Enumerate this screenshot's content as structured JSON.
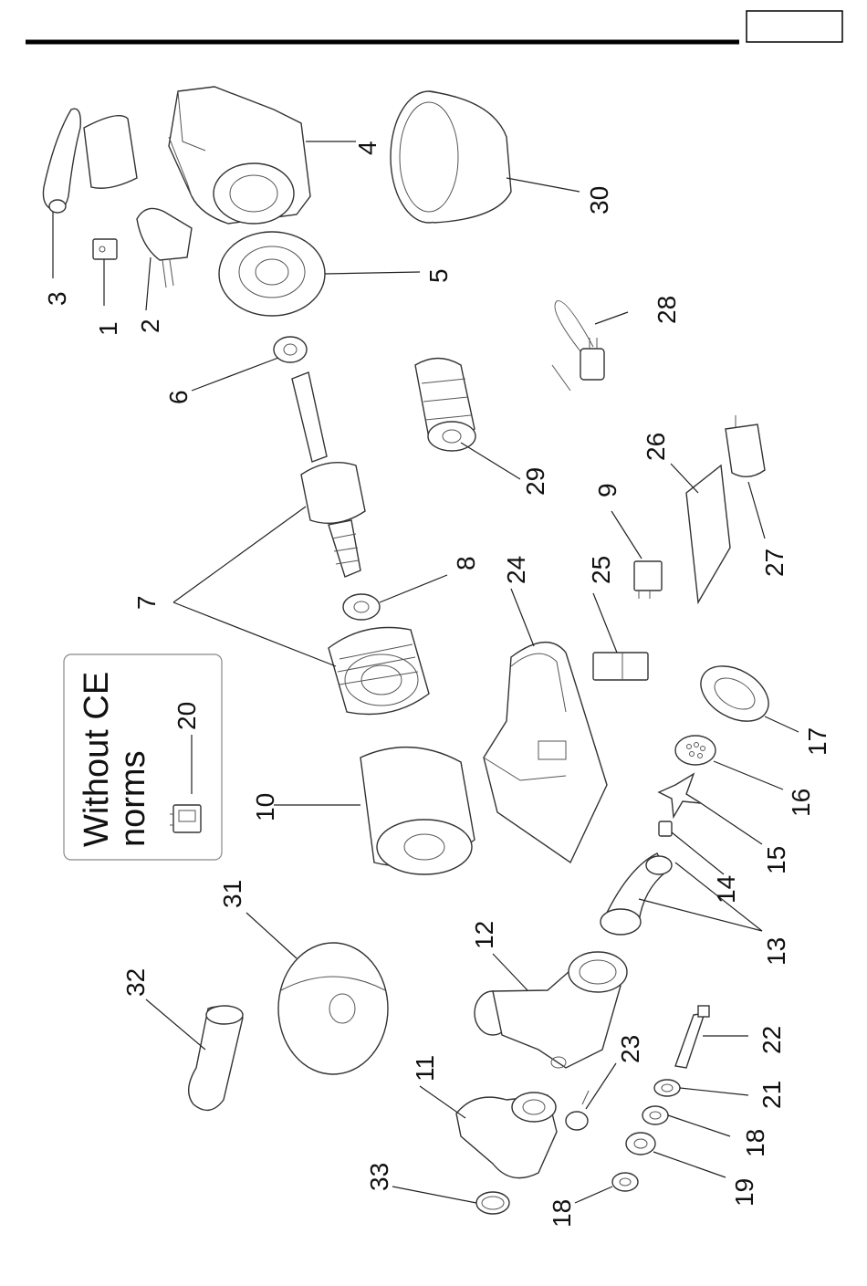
{
  "page_box_text": "",
  "note_box": {
    "line1": "Without CE",
    "line2": "norms",
    "part_number": "20"
  },
  "callouts": {
    "p1": "1",
    "p2": "2",
    "p3": "3",
    "p4": "4",
    "p5": "5",
    "p6": "6",
    "p7": "7",
    "p8": "8",
    "p9": "9",
    "p10": "10",
    "p11": "11",
    "p12": "12",
    "p13": "13",
    "p14": "14",
    "p15": "15",
    "p16": "16",
    "p17": "17",
    "p18a": "18",
    "p18b": "18",
    "p19": "19",
    "p21": "21",
    "p22": "22",
    "p23": "23",
    "p24": "24",
    "p25": "25",
    "p26": "26",
    "p27": "27",
    "p28": "28",
    "p29": "29",
    "p30": "30",
    "p31": "31",
    "p32": "32",
    "p33": "33"
  }
}
